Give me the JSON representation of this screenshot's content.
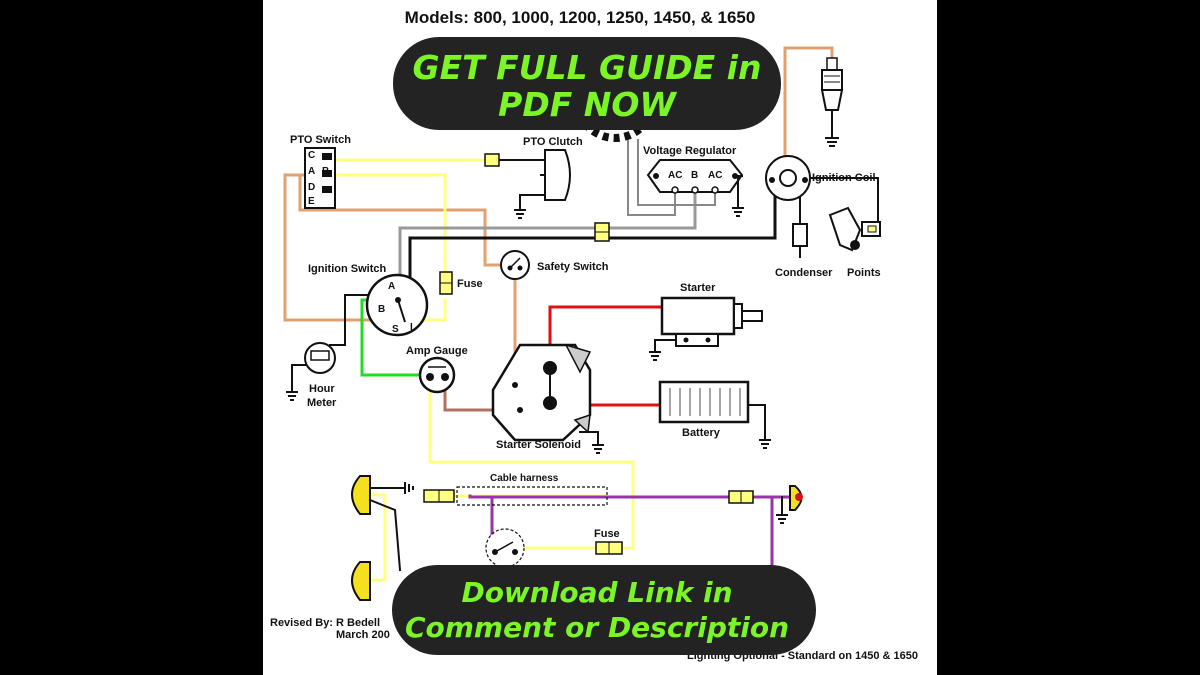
{
  "title": "Models: 800, 1000, 1200, 1250, 1450, & 1650",
  "banner_top": {
    "line1": "GET FULL GUIDE in",
    "line2": "PDF NOW"
  },
  "banner_bottom": {
    "line1": "Download Link in",
    "line2": "Comment or Description"
  },
  "labels": {
    "pto_switch": "PTO Switch",
    "pto_clutch": "PTO Clutch",
    "voltage_regulator": "Voltage Regulator",
    "ignition_coil": "Ignition Coil",
    "condenser": "Condenser",
    "points": "Points",
    "ignition_switch": "Ignition Switch",
    "fuse_top": "Fuse",
    "safety_switch": "Safety Switch",
    "starter": "Starter",
    "hour_meter_1": "Hour",
    "hour_meter_2": "Meter",
    "amp_gauge": "Amp Gauge",
    "starter_solenoid": "Starter Solenoid",
    "battery": "Battery",
    "cable_harness": "Cable harness",
    "fuse_bottom": "Fuse",
    "revised_1": "Revised By: R Bedell",
    "revised_2": "March 200",
    "lighting_note": "Lighting Optional - Standard on 1450 & 1650"
  },
  "pins": {
    "reg_ac1": "AC",
    "reg_b": "B",
    "reg_ac2": "AC",
    "ign_a": "A",
    "ign_b": "B",
    "ign_s": "S",
    "ign_i": "I",
    "pto_c": "C",
    "pto_a": "A",
    "pto_b": "B",
    "pto_d": "D",
    "pto_e": "E"
  },
  "colors": {
    "yellow": "#ffff80",
    "tan": "#e0a070",
    "green": "#22dd22",
    "red": "#dd1111",
    "purple": "#9933aa",
    "gray": "#999999",
    "black": "#111111",
    "brown": "#b07060",
    "banner_bg": "#232323",
    "banner_text": "#7cf527"
  }
}
